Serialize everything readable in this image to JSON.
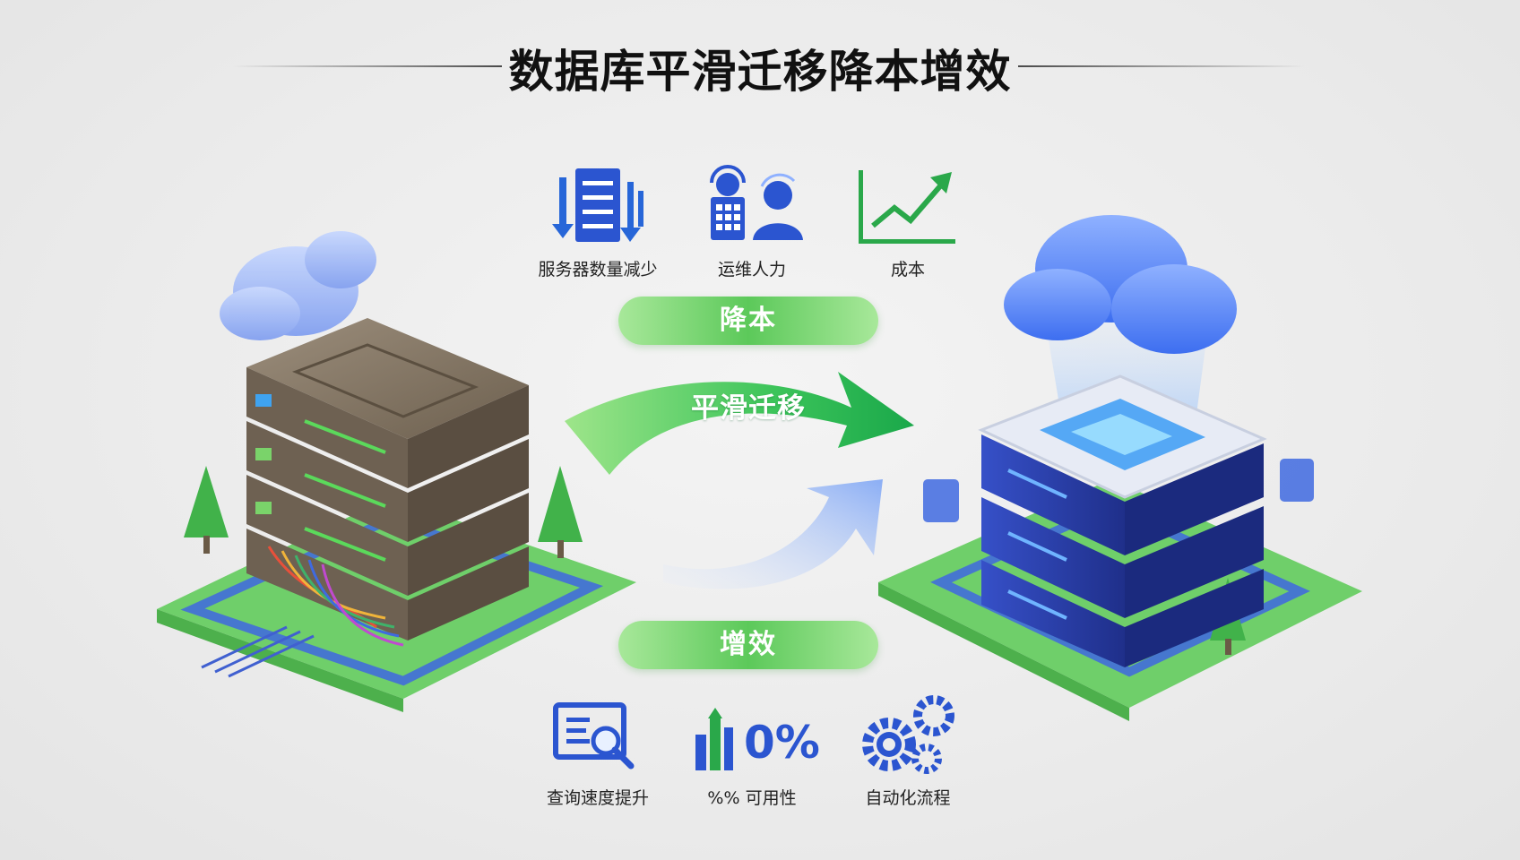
{
  "title": "数据库平滑迁移降本增效",
  "center": {
    "arrow_label": "平滑迁移",
    "cost_pill": "降本",
    "efficiency_pill": "增效"
  },
  "cost_metrics": [
    {
      "label": "服务器数量减少",
      "icon": "server-reduction-icon"
    },
    {
      "label": "运维人力",
      "icon": "ops-staff-icon"
    },
    {
      "label": "成本",
      "icon": "cost-trend-icon"
    }
  ],
  "efficiency_metrics": [
    {
      "label": "查询速度提升",
      "icon": "query-search-icon"
    },
    {
      "label": "%% 可用性",
      "icon": "availability-percent-icon",
      "icon_text": "0%"
    },
    {
      "label": "自动化流程",
      "icon": "gears-icon"
    }
  ],
  "colors": {
    "green": "#4cc35a",
    "blue": "#2f5fe0",
    "legacy_server": "#7d6e5d",
    "cloud_server": "#2a46b8"
  }
}
